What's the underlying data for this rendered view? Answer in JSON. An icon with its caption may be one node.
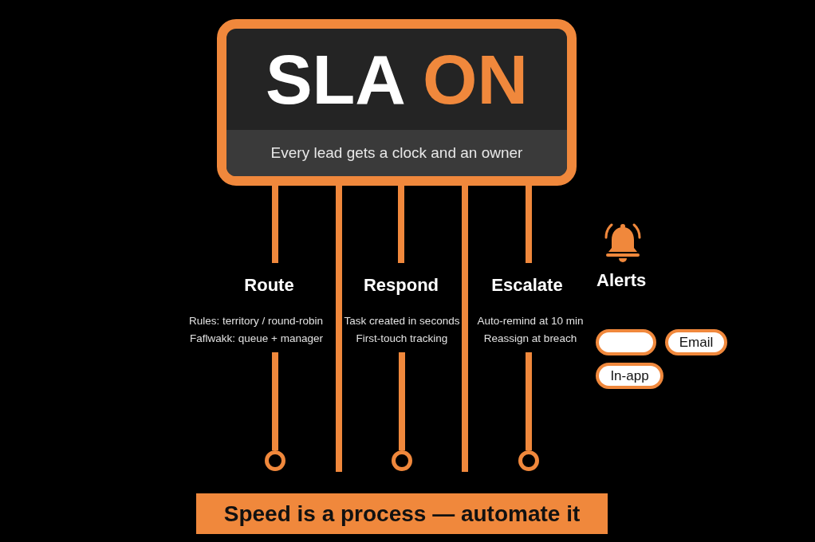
{
  "diagram": {
    "nodes": [
      {
        "text": [
          "SLA ON",
          "Every lead gets a clock and an owner"
        ]
      },
      {
        "text": [
          "Route",
          "Rules: territory / round-robin",
          "Faflwakk: queue + manager"
        ]
      },
      {
        "text": [
          "Respond",
          "Task created in seconds",
          "First-touch tracking"
        ]
      },
      {
        "text": [
          "Escalate",
          "Auto-remind at 10 min",
          "Reassign at breach"
        ]
      },
      {
        "text": [],
        "shape": "box"
      },
      {
        "text": [
          "Email"
        ]
      },
      {
        "text": [
          "In-app"
        ]
      },
      {
        "text": [],
        "shape": "circle"
      },
      {
        "text": [],
        "shape": "circle"
      },
      {
        "text": [],
        "shape": "circle"
      },
      {
        "text": [
          "Speed is a process — automate it"
        ]
      }
    ],
    "edges": [
      {
        "from": 0,
        "to": 1,
        "arrow": "none"
      },
      {
        "from": 0,
        "to": null,
        "arrow": "none"
      },
      {
        "from": 0,
        "to": 2,
        "arrow": "none"
      },
      {
        "from": 0,
        "to": null,
        "arrow": "none"
      },
      {
        "from": 0,
        "to": 3,
        "arrow": "none"
      },
      {
        "from": 1,
        "to": 7,
        "arrow": "none"
      },
      {
        "from": 2,
        "to": 8,
        "arrow": "none"
      },
      {
        "from": 3,
        "to": 9,
        "arrow": "none"
      }
    ],
    "labels": [
      "Alerts"
    ]
  }
}
